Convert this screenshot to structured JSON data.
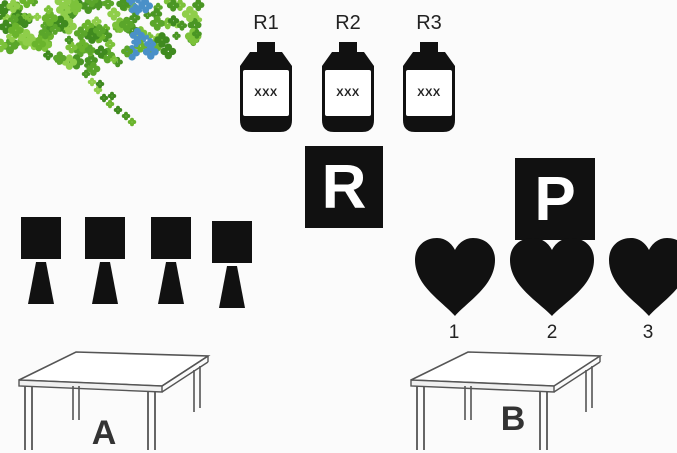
{
  "reagents": [
    {
      "label": "R1",
      "marking": "XXX"
    },
    {
      "label": "R2",
      "marking": "XXX"
    },
    {
      "label": "R3",
      "marking": "XXX"
    }
  ],
  "letter_boxes": {
    "left": "R",
    "right": "P"
  },
  "hearts": [
    {
      "number": "1"
    },
    {
      "number": "2"
    },
    {
      "number": "3"
    }
  ],
  "tables": {
    "left": "A",
    "right": "B"
  },
  "colors": {
    "shape_fill": "#111111",
    "clover_green": "#6ab42c",
    "clover_blue": "#4a90c8"
  }
}
